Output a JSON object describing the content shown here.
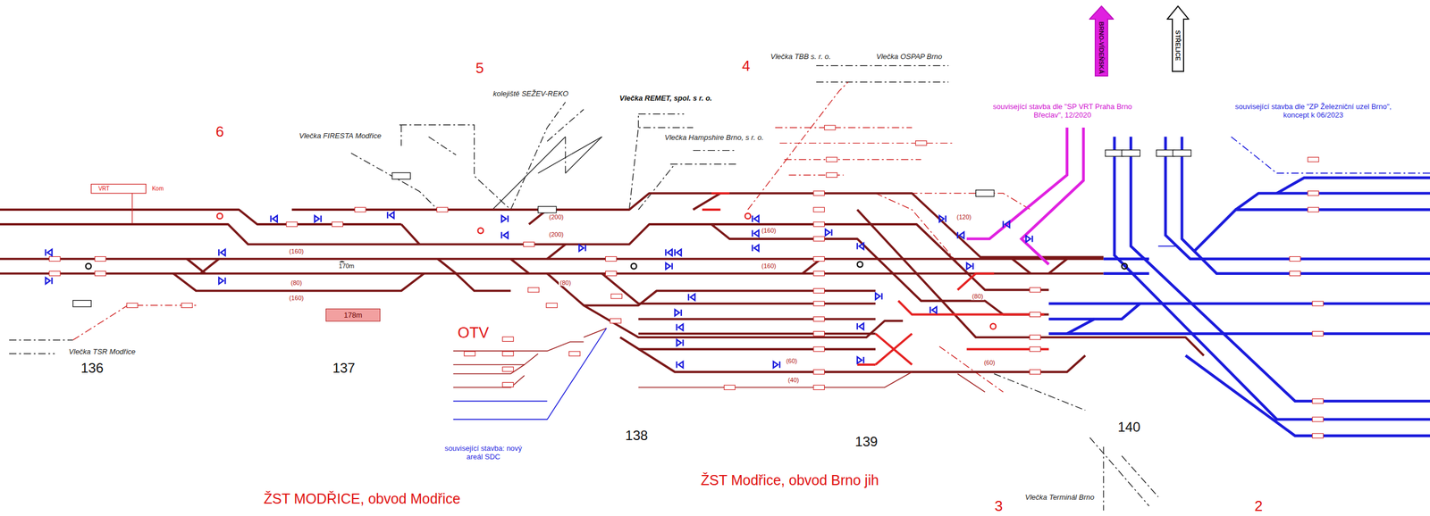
{
  "diagram": {
    "nodes": [
      {
        "text": [
          "BRNO-VÍDEŇSKÁ"
        ]
      },
      {
        "text": [
          "STŘELICE"
        ]
      },
      {
        "text": [
          "178m"
        ]
      }
    ],
    "labels": [
      "6",
      "5",
      "4",
      "3",
      "2",
      "136",
      "137",
      "138",
      "139",
      "140",
      "OTV",
      "ŽST MODŘICE, obvod Modřice",
      "ŽST Modřice, obvod Brno jih",
      "Vlečka TSR Modřice",
      "Vlečka FIRESTA Modřice",
      "kolejiště SEŽEV-REKO",
      "Vlečka REMET, spol. s r. o.",
      "Vlečka Hampshire Brno, s r. o.",
      "Vlečka TBB s. r. o.",
      "Vlečka OSPAP Brno",
      "Vlečka Terminál Brno",
      "související stavba dle \"SP VRT Praha Brno Břeclav\", 12/2020",
      "související stavba dle \"ZP Železniční uzel Brno\", koncept k 06/2023",
      "související stavba: nový areál SDC",
      "170m",
      "(200)",
      "(200)",
      "(160)",
      "(80)",
      "(160)",
      "(160)",
      "(160)",
      "(120)",
      "(80)",
      "(60)",
      "(60)",
      "(40)",
      "(80)",
      "VRT",
      "Kom"
    ]
  }
}
